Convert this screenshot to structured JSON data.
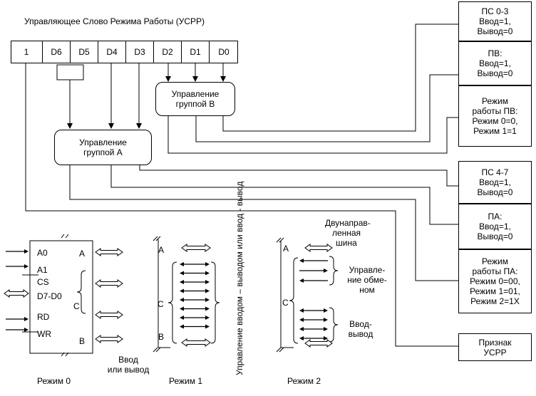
{
  "title": "Управляющее Слово Режима Работы (УСРР)",
  "register": {
    "bits": [
      "1",
      "D6",
      "D5",
      "D4",
      "D3",
      "D2",
      "D1",
      "D0"
    ]
  },
  "groups": {
    "group_b": "Управление\nгруппой B",
    "group_a": "Управление\nгруппой А"
  },
  "right_boxes": {
    "pc_low": "ПС 0-3\nВвод=1,\nВывод=0",
    "pb": "ПВ:\nВвод=1,\nВывод=0",
    "pb_mode": "Режим\nработы ПВ:\nРежим 0=0,\nРежим 1=1",
    "pc_high": "ПС 4-7\nВвод=1,\nВывод=0",
    "pa": "ПА:\nВвод=1,\nВывод=0",
    "pa_mode": "Режим\nработы ПА:\nРежим 0=00,\nРежим 1=01,\nРежим 2=1X",
    "flag": "Признак\nУСРР"
  },
  "mode0": {
    "pins": [
      "A0",
      "A1",
      "CS",
      "D7-D0",
      "RD",
      "WR"
    ],
    "ports": [
      "A",
      "C",
      "B"
    ],
    "io_note": "Ввод\nили вывод",
    "caption": "Режим 0"
  },
  "mode1": {
    "ports": [
      "A",
      "C",
      "B"
    ],
    "caption": "Режим 1",
    "vertical_note": "Управление вводом – выводом\nили ввод - вывод"
  },
  "mode2": {
    "ports": [
      "A",
      "C"
    ],
    "bus_note": "Двунапрaв-\nленная\nшина",
    "control_note": "Управле-\nние обме-\nном",
    "io_note": "Ввод-\nвывод",
    "caption": "Режим 2"
  }
}
